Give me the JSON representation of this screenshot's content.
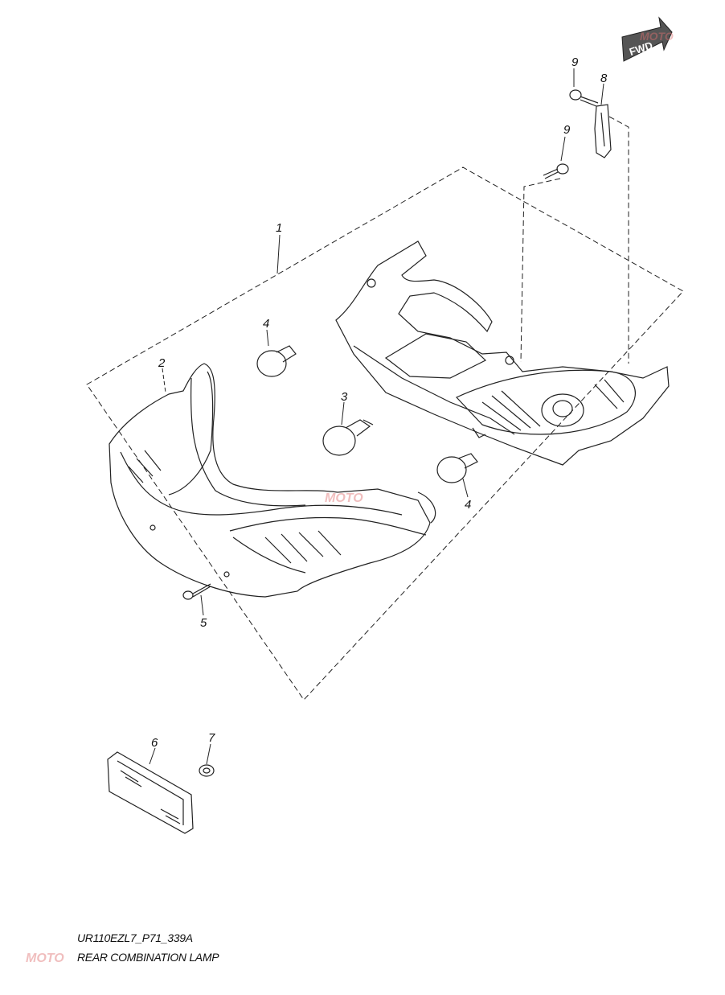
{
  "diagram": {
    "direction_label": "FWD",
    "callouts": [
      {
        "id": "c1",
        "label": "1"
      },
      {
        "id": "c2",
        "label": "2"
      },
      {
        "id": "c3",
        "label": "3"
      },
      {
        "id": "c4a",
        "label": "4"
      },
      {
        "id": "c4b",
        "label": "4"
      },
      {
        "id": "c5",
        "label": "5"
      },
      {
        "id": "c6",
        "label": "6"
      },
      {
        "id": "c7",
        "label": "7"
      },
      {
        "id": "c8",
        "label": "8"
      },
      {
        "id": "c9a",
        "label": "9"
      },
      {
        "id": "c9b",
        "label": "9"
      }
    ],
    "diagram_code": "UR110EZL7_P71_339A",
    "diagram_title": "REAR COMBINATION LAMP",
    "watermark_text": "MOTO"
  }
}
